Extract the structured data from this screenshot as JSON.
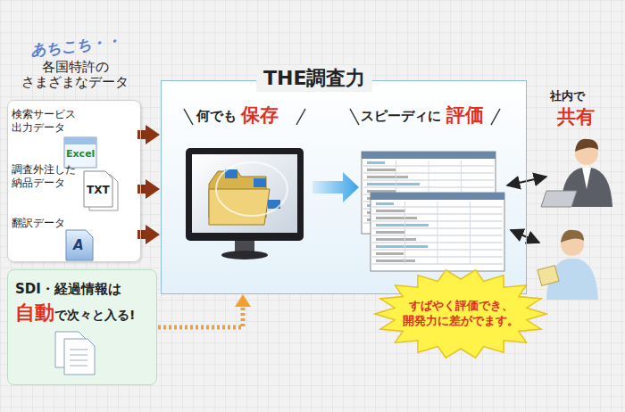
{
  "diagram": {
    "nodes": [
      {
        "text": [
          "各国特許の さまざまなデータ"
        ]
      },
      {
        "text": [
          "検索サービス 出力データ"
        ],
        "in": 0
      },
      {
        "text": [
          "調査外注した 納品データ"
        ],
        "in": 0
      },
      {
        "text": [
          "翻訳データ"
        ],
        "in": 0
      },
      {
        "text": [
          "THE調査力"
        ]
      },
      {
        "text": [
          "SDI・経過情報は",
          "自動",
          "で次々と入る!"
        ]
      },
      {
        "text": [
          "すばやく評価でき、 開発力に差がでます。"
        ]
      }
    ],
    "edges": [
      {
        "from": 1,
        "to": 4,
        "arrow": "to"
      },
      {
        "from": 2,
        "to": 4,
        "arrow": "to"
      },
      {
        "from": 3,
        "to": 4,
        "arrow": "to"
      },
      {
        "from": 5,
        "to": 4,
        "arrow": "to"
      }
    ],
    "labels": [
      "あちこち・・",
      "Excel",
      "TXT",
      "A",
      "何でも",
      "保存",
      "スピーディに",
      "評価",
      "社内で",
      "共有"
    ]
  }
}
